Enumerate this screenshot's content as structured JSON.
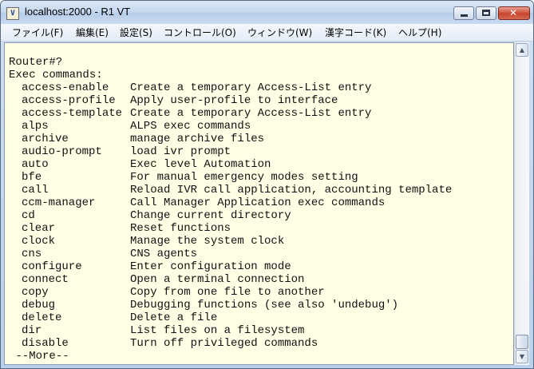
{
  "window": {
    "title": "localhost:2000 - R1 VT",
    "app_icon_text": "V",
    "controls": {
      "minimize": "minimize-icon",
      "maximize": "maximize-icon",
      "close": "close-icon",
      "close_glyph": "✕"
    }
  },
  "menubar": {
    "items": [
      {
        "label": "ファイル(F)"
      },
      {
        "label": "編集(E)"
      },
      {
        "label": "設定(S)"
      },
      {
        "label": "コントロール(O)"
      },
      {
        "label": "ウィンドウ(W)"
      },
      {
        "label": "漢字コード(K)"
      },
      {
        "label": "ヘルプ(H)"
      }
    ]
  },
  "terminal": {
    "prompt": "Router#?",
    "header": "Exec commands:",
    "commands": [
      {
        "name": "access-enable",
        "desc": "Create a temporary Access-List entry"
      },
      {
        "name": "access-profile",
        "desc": "Apply user-profile to interface"
      },
      {
        "name": "access-template",
        "desc": "Create a temporary Access-List entry"
      },
      {
        "name": "alps",
        "desc": "ALPS exec commands"
      },
      {
        "name": "archive",
        "desc": "manage archive files"
      },
      {
        "name": "audio-prompt",
        "desc": "load ivr prompt"
      },
      {
        "name": "auto",
        "desc": "Exec level Automation"
      },
      {
        "name": "bfe",
        "desc": "For manual emergency modes setting"
      },
      {
        "name": "call",
        "desc": "Reload IVR call application, accounting template"
      },
      {
        "name": "ccm-manager",
        "desc": "Call Manager Application exec commands"
      },
      {
        "name": "cd",
        "desc": "Change current directory"
      },
      {
        "name": "clear",
        "desc": "Reset functions"
      },
      {
        "name": "clock",
        "desc": "Manage the system clock"
      },
      {
        "name": "cns",
        "desc": "CNS agents"
      },
      {
        "name": "configure",
        "desc": "Enter configuration mode"
      },
      {
        "name": "connect",
        "desc": "Open a terminal connection"
      },
      {
        "name": "copy",
        "desc": "Copy from one file to another"
      },
      {
        "name": "debug",
        "desc": "Debugging functions (see also 'undebug')"
      },
      {
        "name": "delete",
        "desc": "Delete a file"
      },
      {
        "name": "dir",
        "desc": "List files on a filesystem"
      },
      {
        "name": "disable",
        "desc": "Turn off privileged commands"
      }
    ],
    "more": " --More--"
  },
  "scrollbar": {
    "up_glyph": "▲",
    "down_glyph": "▼",
    "position": 1.0
  }
}
